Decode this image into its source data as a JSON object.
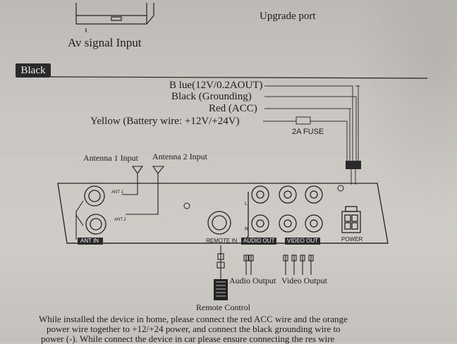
{
  "top": {
    "av_signal_label": "Av signal Input",
    "upgrade_port_label": "Upgrade port"
  },
  "section_title": "Black",
  "wires": {
    "blue": "B lue(12V/0.2AOUT)",
    "black": "Black (Grounding)",
    "red": "Red (ACC)",
    "yellow": "Yellow (Battery wire: +12V/+24V)",
    "fuse": "2A FUSE"
  },
  "antennas": {
    "a1": "Antenna 1 Input",
    "a2": "Antenna 2 Input",
    "ant1": "ANT 1",
    "ant2": "ANT 2",
    "ant_in": "ANT IN"
  },
  "panel": {
    "remote_in": "REMOTE IN",
    "audio_out": "AUDIO OUT",
    "video_out": "VIDEO OUT",
    "power": "POWER",
    "l": "L",
    "r": "R"
  },
  "outputs": {
    "audio_output": "Audio Output",
    "video_output": "Video Output",
    "remote_control": "Remote Control"
  },
  "paragraph": {
    "line1": "While installed the device in home, please connect the red ACC wire and the orange",
    "line2": "power wire together to  +12/+24 power, and connect the black grounding wire to",
    "line3": "power (-). While connect the device  in car please ensure connecting the res wire"
  }
}
